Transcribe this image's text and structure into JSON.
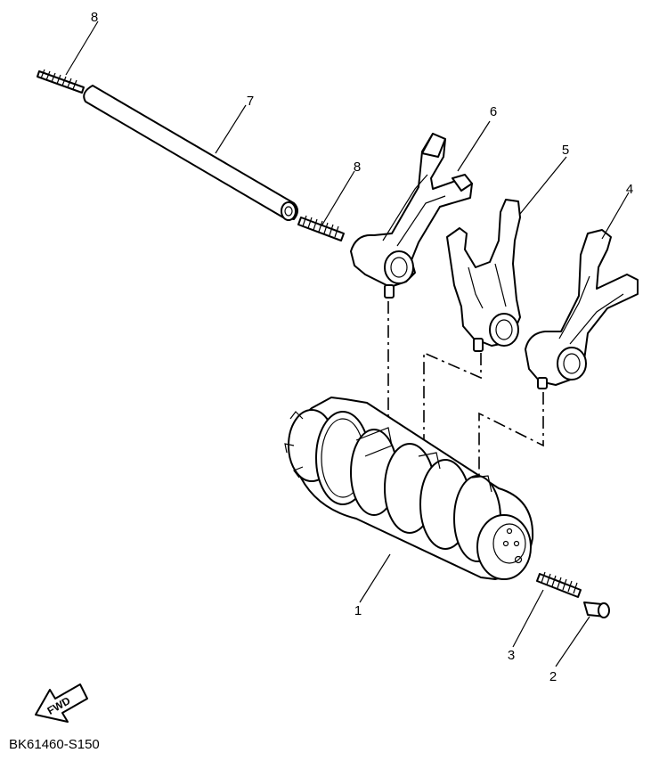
{
  "diagram": {
    "colors": {
      "line": "#000000",
      "background": "#ffffff"
    },
    "callouts": [
      {
        "id": "p1",
        "number": "1"
      },
      {
        "id": "p2",
        "number": "2"
      },
      {
        "id": "p3",
        "number": "3"
      },
      {
        "id": "p4",
        "number": "4"
      },
      {
        "id": "p5",
        "number": "5"
      },
      {
        "id": "p6",
        "number": "6"
      },
      {
        "id": "p7",
        "number": "7"
      },
      {
        "id": "p8a",
        "number": "8"
      },
      {
        "id": "p8b",
        "number": "8"
      }
    ],
    "fwd_label": "FWD",
    "code": "BK61460-S150"
  }
}
